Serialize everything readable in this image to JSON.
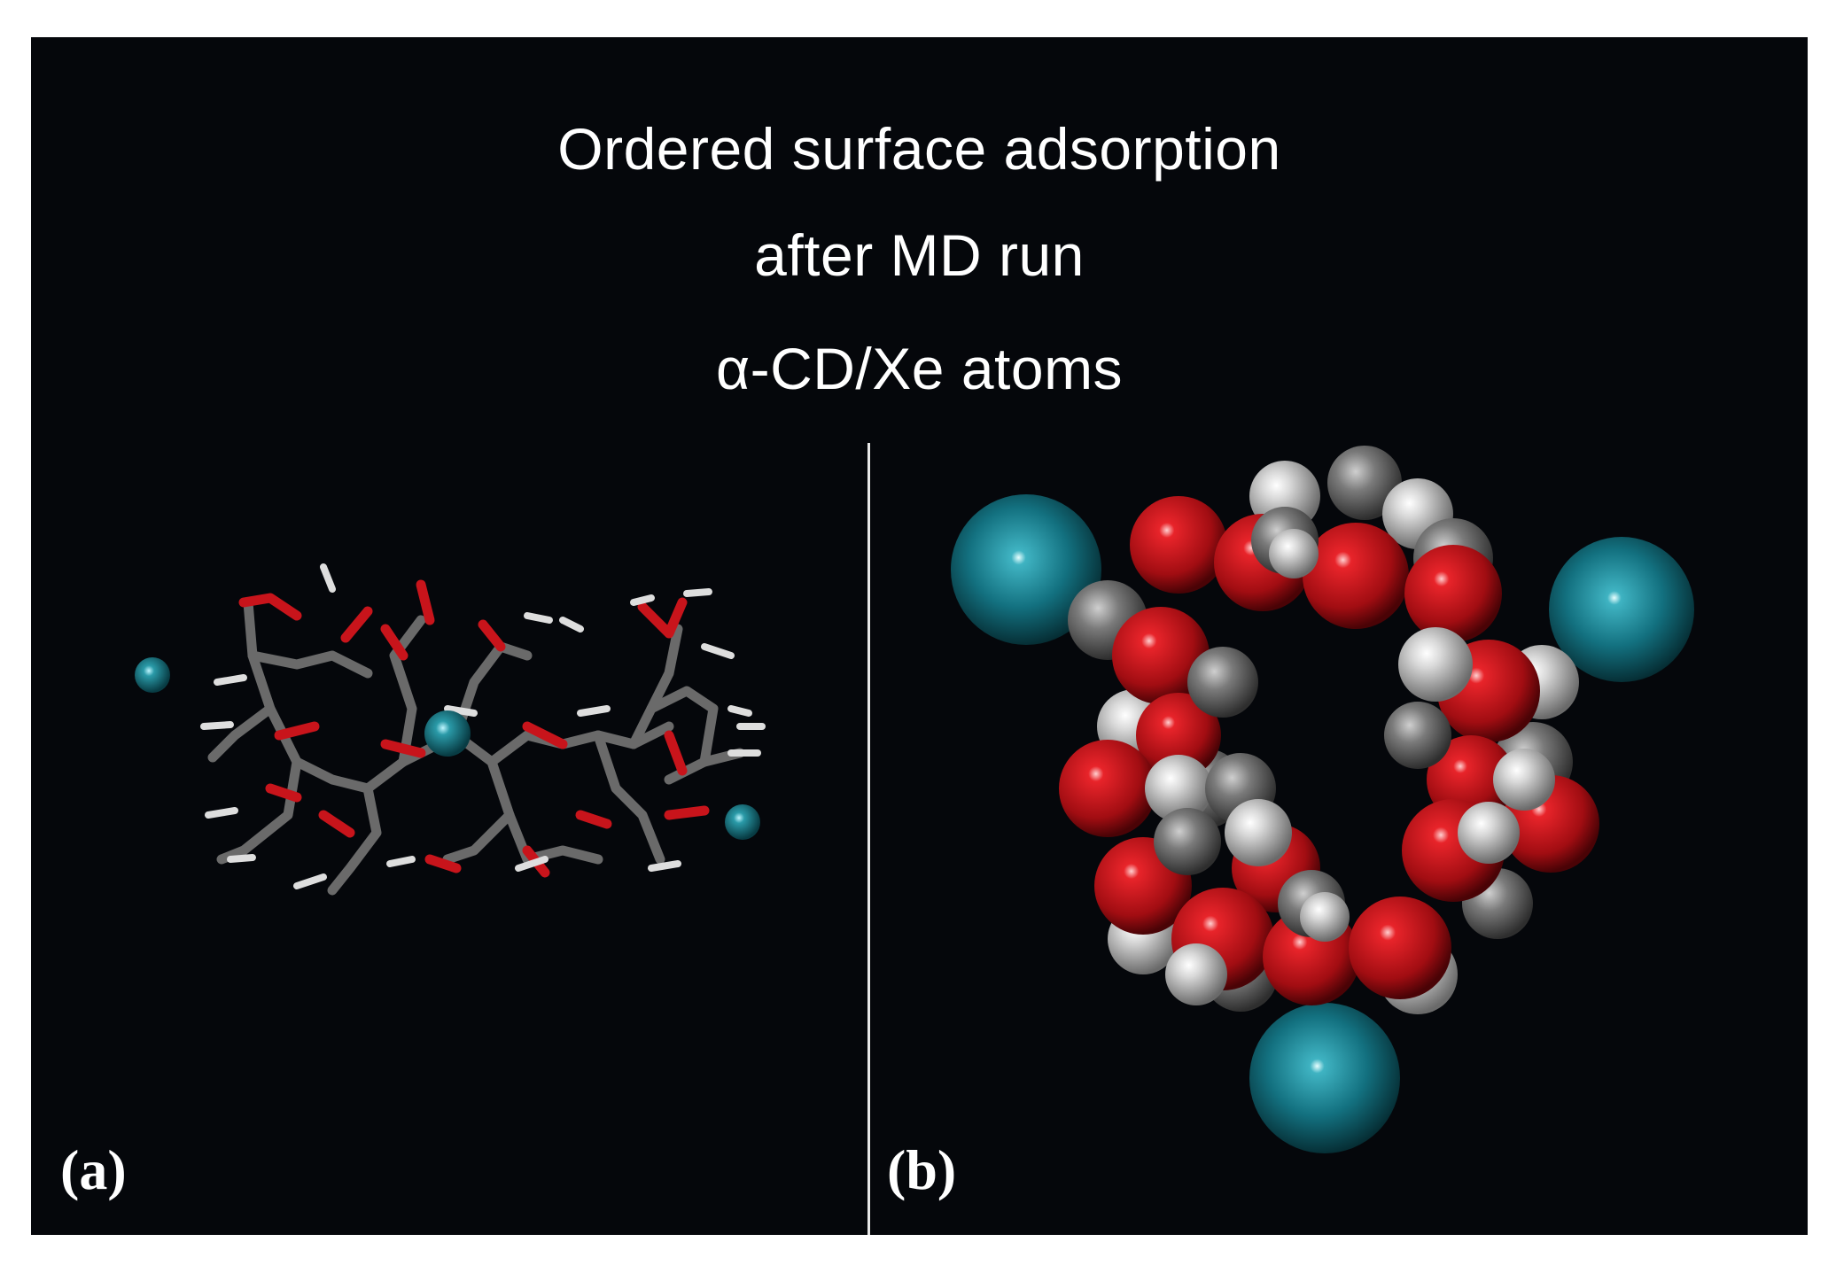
{
  "title": {
    "line1": "Ordered surface adsorption",
    "line2": "after MD run",
    "line3": "α-CD/Xe atoms"
  },
  "panels": {
    "a_label": "(a)",
    "b_label": "(b)"
  },
  "colors": {
    "background": "#05070b",
    "oxygen": "#d4161c",
    "carbon": "#707070",
    "hydrogen": "#e6e6e6",
    "xenon": "#1a7f8e"
  },
  "legend_semantics": {
    "panel_a": "stick-model",
    "panel_b": "space-filling-model"
  }
}
